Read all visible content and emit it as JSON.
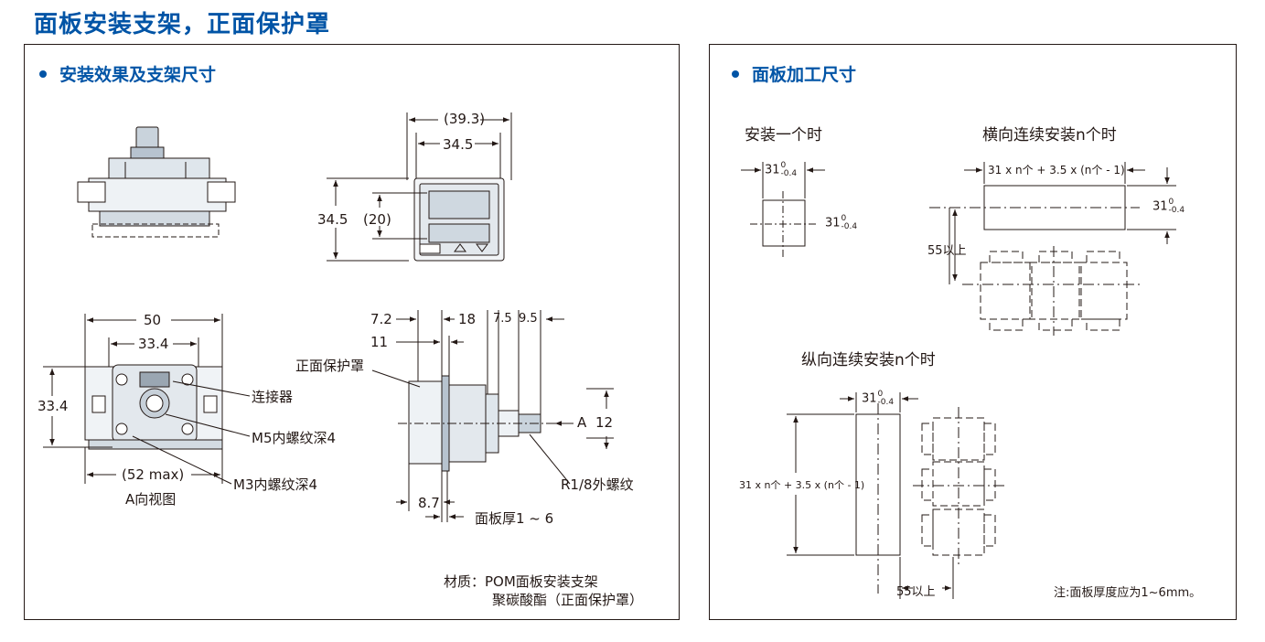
{
  "title": "面板安装支架，正面保护罩",
  "left_panel": {
    "heading": "安装效果及支架尺寸",
    "front_view": {
      "width_outer": "(39.3)",
      "width_inner": "34.5",
      "height": "34.5",
      "display_height": "(20)"
    },
    "a_view": {
      "width_50": "50",
      "width_33_4": "33.4",
      "height_33_4": "33.4",
      "width_max": "(52 max)",
      "caption": "A向视图",
      "connector": "连接器",
      "m5": "M5内螺纹深4",
      "m3": "M3内螺纹深4"
    },
    "side_view": {
      "d7_2": "7.2",
      "d18": "18",
      "d7_5": "7.5",
      "d9_5": "9.5",
      "d11": "11",
      "front_cover": "正面保护罩",
      "arrow_a": "A",
      "d12": "12",
      "thread": "R1/8外螺纹",
      "d8_7": "8.7",
      "panel_thickness": "面板厚1 ~ 6"
    },
    "material_line1": "材质：POM面板安装支架",
    "material_line2": "聚碳酸酯（正面保护罩）"
  },
  "right_panel": {
    "heading": "面板加工尺寸",
    "single_title": "安装一个时",
    "horizontal_title": "横向连续安装n个时",
    "vertical_title": "纵向连续安装n个时",
    "dim_31": "31",
    "tol_upper": "0",
    "tol_lower": "-0.4",
    "formula": "31 x n个 + 3.5 x (n个 - 1)",
    "spacing": "55以上",
    "note": "注:面板厚度应为1~6mm。"
  }
}
